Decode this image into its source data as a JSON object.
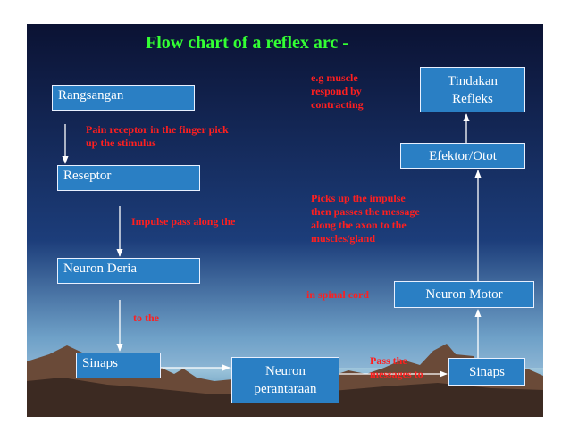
{
  "title": "Flow chart of a reflex arc -",
  "boxes": {
    "rangsangan": "Rangsangan",
    "reseptor": "Reseptor",
    "neuron_deria": "Neuron Deria",
    "sinaps_left": "Sinaps",
    "neuron_perantaraan_1": "Neuron",
    "neuron_perantaraan_2": "perantaraan",
    "sinaps_right": "Sinaps",
    "neuron_motor": "Neuron Motor",
    "efektor": "Efektor/Otot",
    "tindakan_1": "Tindakan",
    "tindakan_2": "Refleks"
  },
  "notes": {
    "pain_1": "Pain receptor in the finger pick",
    "pain_2": "up the stimulus",
    "impulse": "Impulse pass along the",
    "to_the": "to the",
    "pass_1": "Pass the",
    "pass_2": "messages to",
    "spinal": "in spinal cord",
    "picks_1": "Picks up the impulse",
    "picks_2": "then passes the message",
    "picks_3": "along the axon to the",
    "picks_4": "muscles/gland",
    "eg_1": "e.g muscle",
    "eg_2": "respond by",
    "eg_3": "contracting"
  },
  "colors": {
    "box_fill": "#2a7fc4",
    "title": "#33ff33",
    "note": "#ff1f1f",
    "sky_top": "#0b1233",
    "sky_bottom": "#2f5fa3"
  }
}
